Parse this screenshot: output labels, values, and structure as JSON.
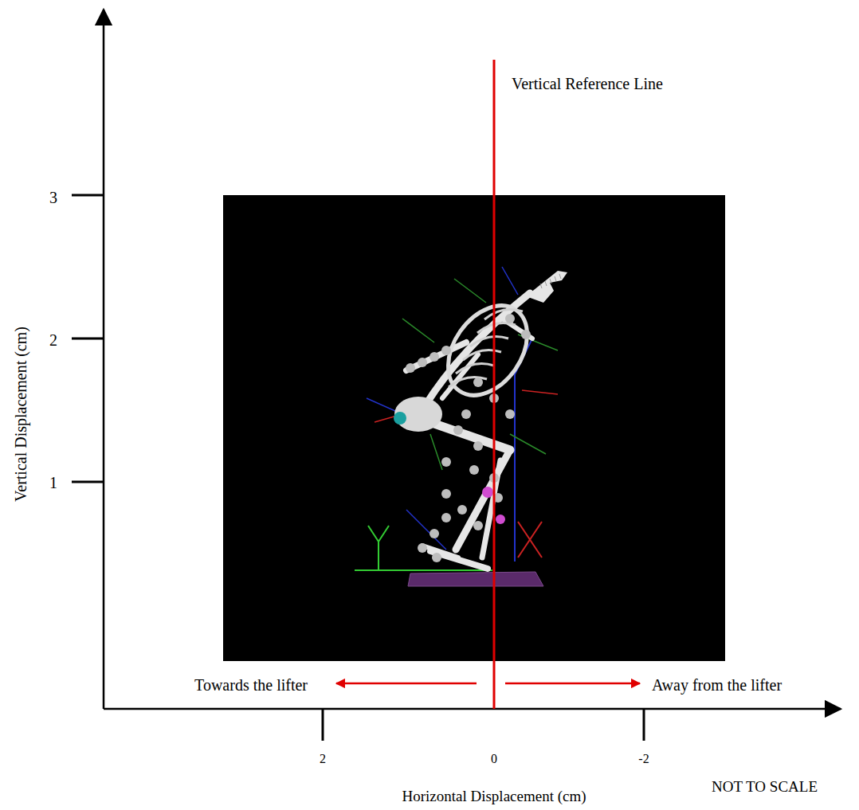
{
  "diagram": {
    "labels": [
      "Vertical Reference Line",
      "3",
      "2",
      "1",
      "Vertical Displacement (cm)",
      "Towards the lifter",
      "Away from the lifter",
      "2",
      "0",
      "-2",
      "NOT TO SCALE",
      "Horizontal Displacement (cm)"
    ]
  }
}
